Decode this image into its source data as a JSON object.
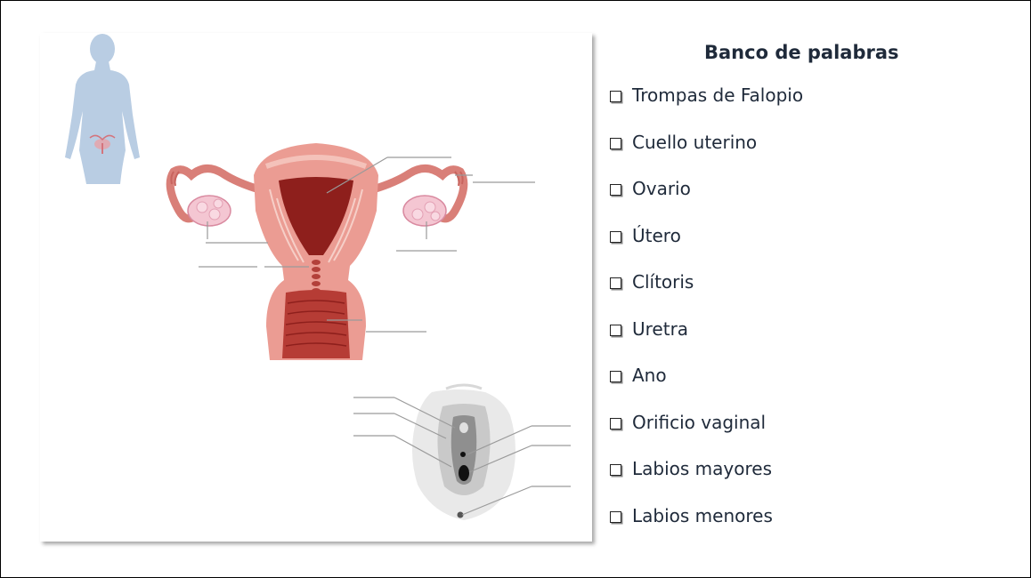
{
  "word_bank": {
    "title": "Banco de palabras",
    "items": [
      {
        "label": "Trompas de Falopio"
      },
      {
        "label": "Cuello uterino"
      },
      {
        "label": "Ovario"
      },
      {
        "label": "Útero"
      },
      {
        "label": "Clítoris"
      },
      {
        "label": "Uretra"
      },
      {
        "label": "Ano"
      },
      {
        "label": "Orificio vaginal"
      },
      {
        "label": "Labios mayores"
      },
      {
        "label": "Labios menores"
      }
    ],
    "checkbox_icon": "empty-checkbox-icon"
  },
  "diagram": {
    "figures": [
      "body-silhouette",
      "internal-reproductive-organs",
      "external-genitalia"
    ],
    "colors": {
      "silhouette": "#b9cde3",
      "uterus_pink": "#eb9c93",
      "uterus_dark": "#8e1f1c",
      "ovary": "#f4c6d2",
      "label_line": "#9a9a9a",
      "text": "#1f2a3a"
    }
  }
}
